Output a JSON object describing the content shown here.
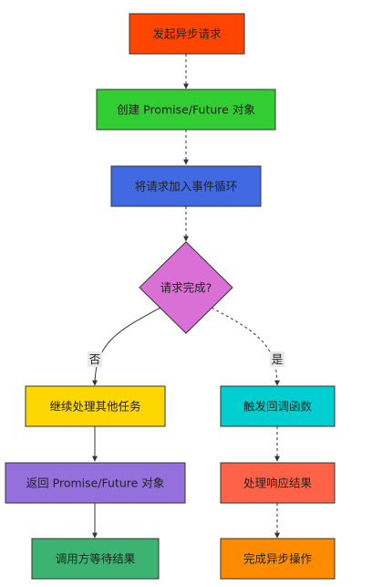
{
  "diagram": {
    "nodes": {
      "start": {
        "label": "发起异步请求",
        "color": "#ff4500"
      },
      "create": {
        "label": "创建 Promise/Future 对象",
        "color": "#32cd32"
      },
      "loop": {
        "label": "将请求加入事件循环",
        "color": "#4169e1"
      },
      "decision": {
        "label": "请求完成?",
        "color": "#da70d6"
      },
      "continue": {
        "label": "继续处理其他任务",
        "color": "#ffd700"
      },
      "return": {
        "label": "返回 Promise/Future 对象",
        "color": "#9370db"
      },
      "wait": {
        "label": "调用方等待结果",
        "color": "#3cb371"
      },
      "callback": {
        "label": "触发回调函数",
        "color": "#00ced1"
      },
      "handle": {
        "label": "处理响应结果",
        "color": "#ff6347"
      },
      "done": {
        "label": "完成异步操作",
        "color": "#ff8c00"
      }
    },
    "edges": {
      "no_label": "否",
      "yes_label": "是"
    }
  }
}
